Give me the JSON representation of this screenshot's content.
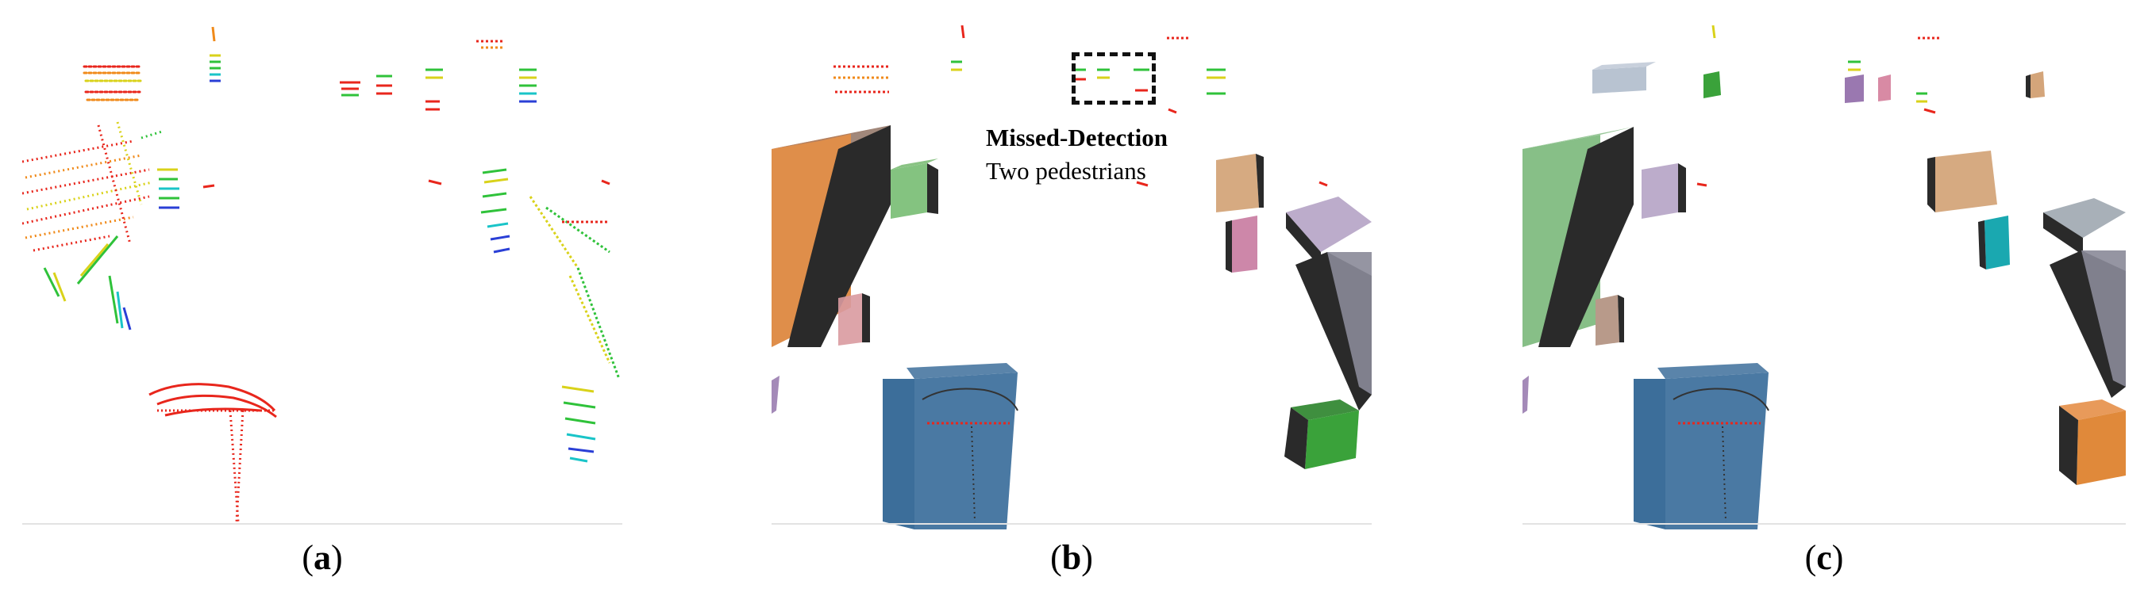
{
  "captions": {
    "a": {
      "open": "(",
      "letter": "a",
      "close": ")"
    },
    "b": {
      "open": "(",
      "letter": "b",
      "close": ")"
    },
    "c": {
      "open": "(",
      "letter": "c",
      "close": ")"
    }
  },
  "annotation": {
    "title": "Missed-Detection",
    "subtitle": "Two pedestrians"
  },
  "colors": {
    "point_red": "#e8261c",
    "point_orange": "#f08a1a",
    "point_yellow": "#d9d21a",
    "point_green": "#2fc23a",
    "point_cyan": "#19c4c8",
    "point_blue": "#2a3fd6",
    "box_blue": "#3c6e9a",
    "box_orange": "#d97a2a",
    "box_green": "#3aa23a",
    "box_purple": "#a48ab8",
    "box_tan": "#d4a57a",
    "box_pink": "#d98aa0",
    "box_teal": "#1aa8b0",
    "box_dark": "#2a2a2a"
  }
}
